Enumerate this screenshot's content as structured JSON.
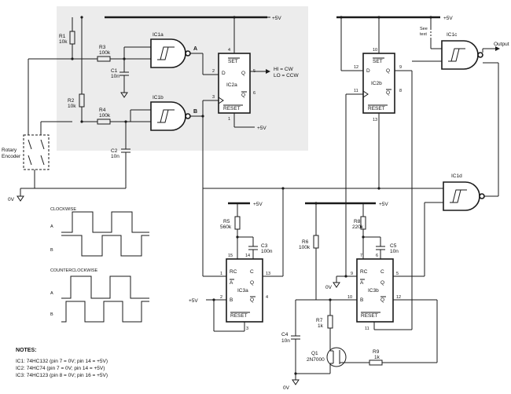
{
  "rails": {
    "vcc": "+5V",
    "gnd": "0V"
  },
  "components": {
    "r1": [
      "R1",
      "10k"
    ],
    "r2": [
      "R2",
      "10k"
    ],
    "r3": [
      "R3",
      "100k"
    ],
    "r4": [
      "R4",
      "100k"
    ],
    "r5": [
      "R5",
      "560k"
    ],
    "r6": [
      "R6",
      "100k"
    ],
    "r7": [
      "R7",
      "1k"
    ],
    "r8": [
      "R8",
      "220k"
    ],
    "r9": [
      "R9",
      "1k"
    ],
    "c1": [
      "C1",
      "10n"
    ],
    "c2": [
      "C2",
      "10n"
    ],
    "c3": [
      "C3",
      "100n"
    ],
    "c4": [
      "C4",
      "10n"
    ],
    "c5": [
      "C5",
      "10n"
    ],
    "q1": [
      "Q1",
      "2N7000"
    ]
  },
  "ics": {
    "ic1a": "IC1a",
    "ic1b": "IC1b",
    "ic1c": "IC1c",
    "ic1d": "IC1d",
    "ic2a": "IC2a",
    "ic2b": "IC2b",
    "ic3a": "IC3a",
    "ic3b": "IC3b"
  },
  "pins": {
    "set": "SET",
    "reset": "RESET",
    "d": "D",
    "q": "Q",
    "qbar": "Q",
    "rc": "RC",
    "c": "C",
    "a": "A",
    "b": "B"
  },
  "labels": {
    "node_a": "A",
    "node_b": "B",
    "encoder": [
      "Rotary",
      "Encoder"
    ],
    "direction": [
      "HI = CW",
      "LO = CCW"
    ],
    "see_text": [
      "See",
      "text"
    ],
    "output": "Output"
  },
  "pin_numbers": {
    "ic2a": [
      "4",
      "2",
      "3",
      "5",
      "6",
      "1"
    ],
    "ic2b": [
      "10",
      "12",
      "11",
      "9",
      "8",
      "13"
    ],
    "ic3a": [
      "15",
      "14",
      "1",
      "2",
      "13",
      "4",
      "3"
    ],
    "ic3b": [
      "7",
      "6",
      "9",
      "10",
      "5",
      "12",
      "11"
    ]
  },
  "waveforms": {
    "clockwise": "CLOCKWISE",
    "counterclockwise": "COUNTERCLOCKWISE",
    "ch_a": "A",
    "ch_b": "B"
  },
  "notes": {
    "title": "NOTES:",
    "lines": [
      "IC1: 74HC132 (pin 7 = 0V; pin 14 = +5V)",
      "IC2: 74HC74 (pin 7 = 0V; pin 14 = +5V)",
      "IC3: 74HC123 (pin 8 = 0V; pin 16 = +5V)"
    ]
  },
  "colors": {
    "shade": "#ececec",
    "line": "#1a1a1a"
  }
}
